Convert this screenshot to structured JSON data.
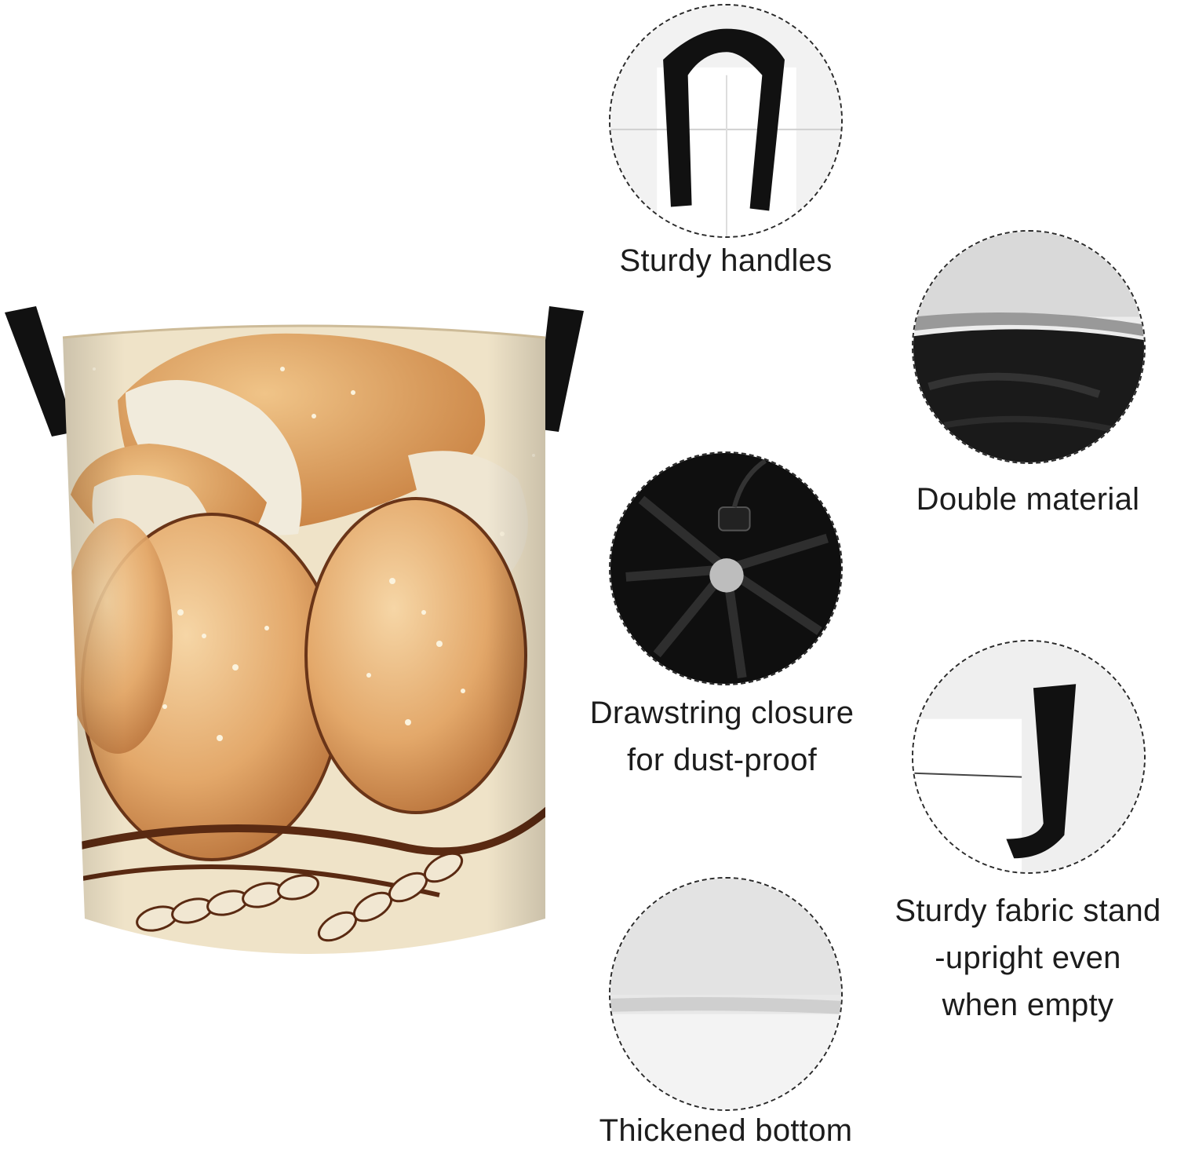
{
  "features": [
    {
      "id": "handles",
      "icon": "handle-icon",
      "lines": [
        "Sturdy handles"
      ]
    },
    {
      "id": "material",
      "icon": "fabric-layer-icon",
      "lines": [
        "Double material"
      ]
    },
    {
      "id": "drawstring",
      "icon": "drawstring-icon",
      "lines": [
        "Drawstring closure",
        "for dust-proof"
      ]
    },
    {
      "id": "standing",
      "icon": "strap-icon",
      "lines": [
        "Sturdy fabric stand",
        "-upright even",
        "when empty"
      ]
    },
    {
      "id": "bottom",
      "icon": "bottom-seam-icon",
      "lines": [
        "Thickened bottom"
      ]
    }
  ],
  "colors": {
    "basket_background": "#efe3c8",
    "egg": "#e2a86a",
    "bread": "#d98f4e",
    "ink": "#5a2a12",
    "handle": "#111111"
  }
}
